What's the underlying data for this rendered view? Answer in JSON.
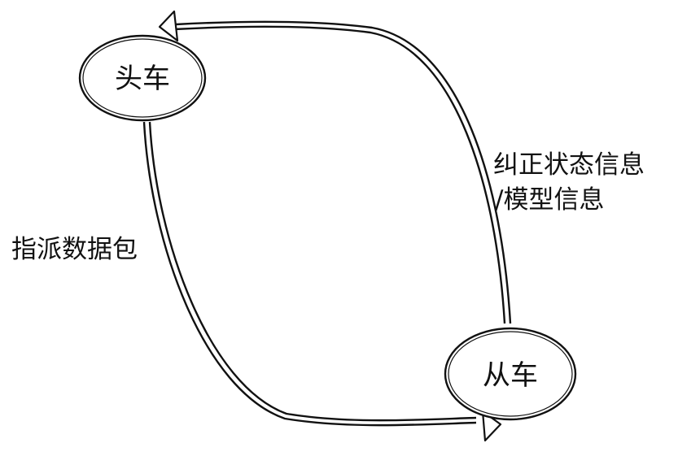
{
  "diagram": {
    "nodes": {
      "lead": {
        "label": "头车"
      },
      "follower": {
        "label": "从车"
      }
    },
    "edges": {
      "dispatch": {
        "label": "指派数据包"
      },
      "feedback": {
        "label_line1": "纠正状态信息",
        "label_line2": "/模型信息"
      }
    }
  }
}
